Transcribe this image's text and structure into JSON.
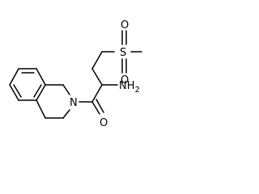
{
  "molecule": {
    "atoms": {
      "sulfur": "S",
      "sulfonyl_oxygen_top": "O",
      "sulfonyl_oxygen_bottom": "O",
      "amine": "NH",
      "amine_subscript": "2",
      "ring_nitrogen": "N",
      "carbonyl_oxygen": "O"
    }
  },
  "colors": {
    "bond": "#000000",
    "label": "#000000",
    "background": "#ffffff"
  }
}
